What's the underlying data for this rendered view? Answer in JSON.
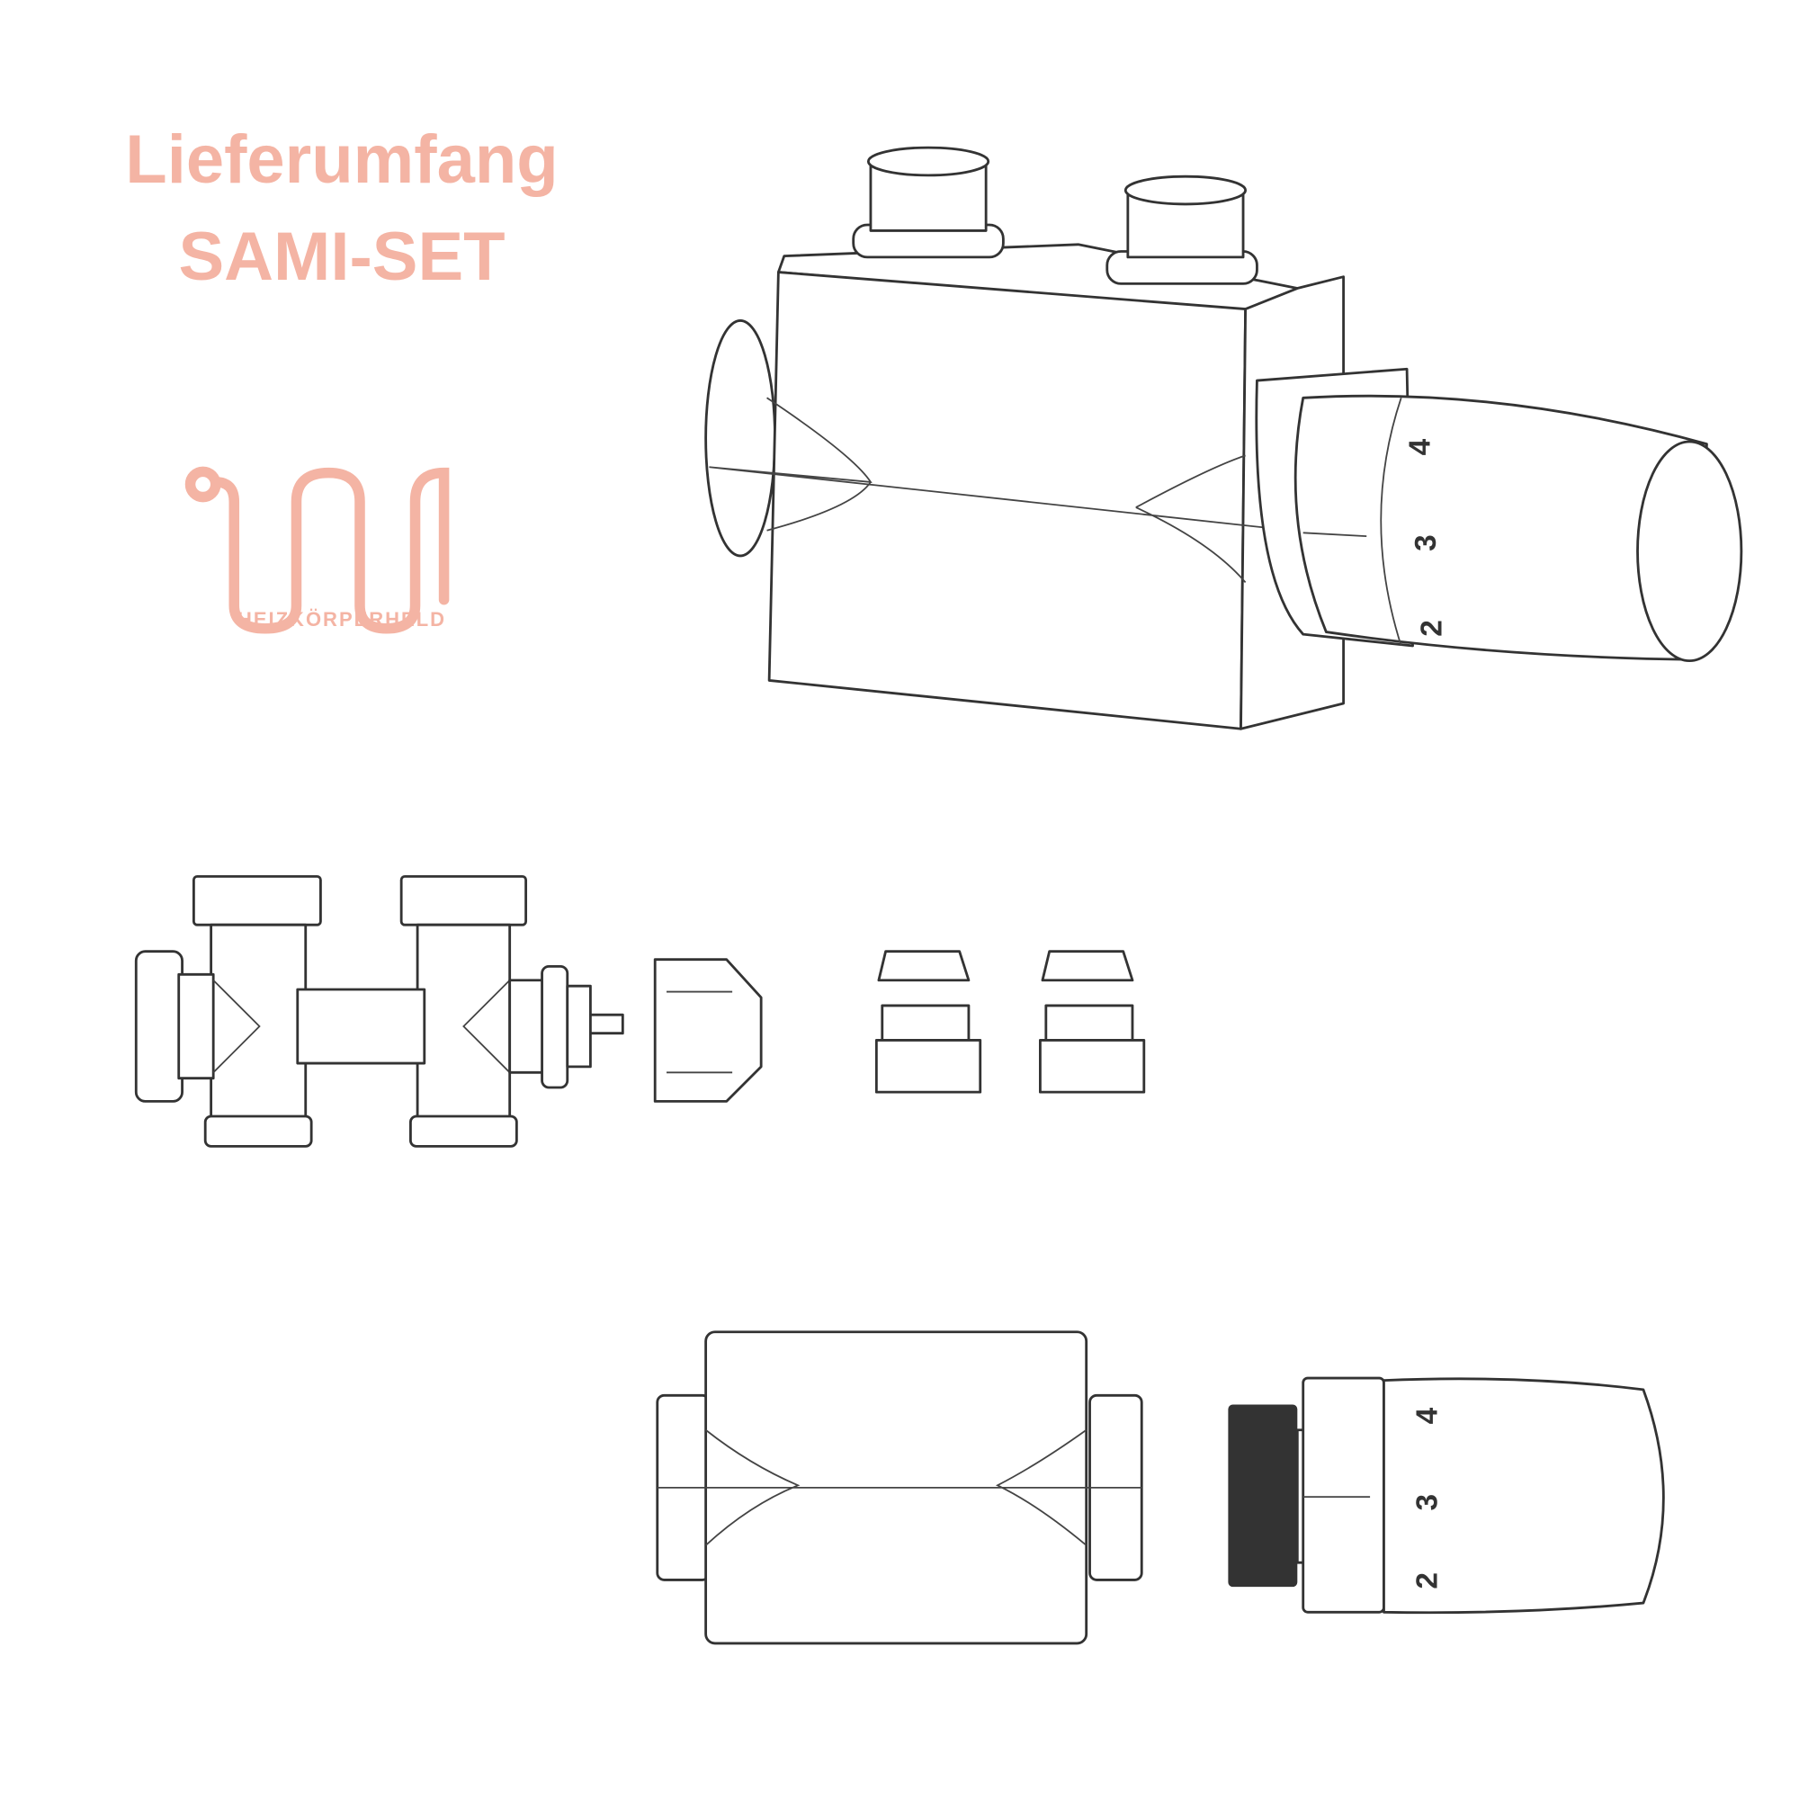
{
  "title": {
    "line1": "Lieferumfang",
    "line2": "SAMI-SET"
  },
  "logo": {
    "brand": "HEIZKÖRPERHELD",
    "color": "#f4b4a4",
    "icon": "radiator-pipe-icon"
  },
  "assembled_thermostat": {
    "dial_labels": [
      "4",
      "3",
      "2"
    ]
  },
  "thermostat_head": {
    "dial_labels": [
      "4",
      "3",
      "2"
    ]
  }
}
